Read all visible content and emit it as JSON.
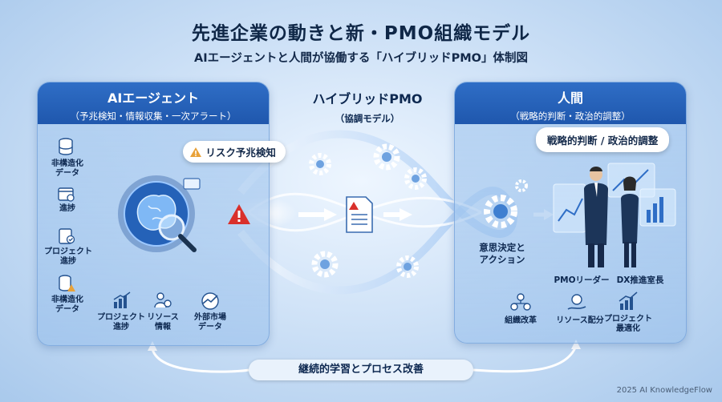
{
  "title": "先進企業の動きと新・PMO組織モデル",
  "subtitle": "AIエージェントと人間が協働する「ハイブリッドPMO」体制図",
  "left_panel": {
    "heading": "AIエージェント",
    "subheading": "（予兆検知・情報収集・一次アラート）",
    "left_items": [
      "非構造化\nデータ",
      "進捗",
      "プロジェクト\n進捗",
      "非構造化\nデータ"
    ],
    "bottom_items": [
      "プロジェクト\n進捗",
      "リソース\n情報",
      "外部市場\nデータ"
    ]
  },
  "risk_callout": "リスク予兆検知",
  "center": {
    "heading": "ハイブリッドPMO",
    "subheading": "（協調モデル）"
  },
  "right_panel": {
    "heading": "人間",
    "subheading": "（戦略的判断・政治的調整）",
    "callout": "戦略的判断 / 政治的調整",
    "decision_label": "意思決定と\nアクション",
    "roles": [
      "PMOリーダー",
      "DX推進室長"
    ],
    "bottom_items": [
      "組織改革",
      "リソース配分",
      "プロジェクト\n最適化"
    ]
  },
  "bottom_bar": "継続的学習とプロセス改善",
  "copyright": "2025 AI KnowledgeFlow",
  "colors": {
    "panel_header": "#1f57ad",
    "accent": "#2f6ec6",
    "warning": "#d9302b"
  }
}
